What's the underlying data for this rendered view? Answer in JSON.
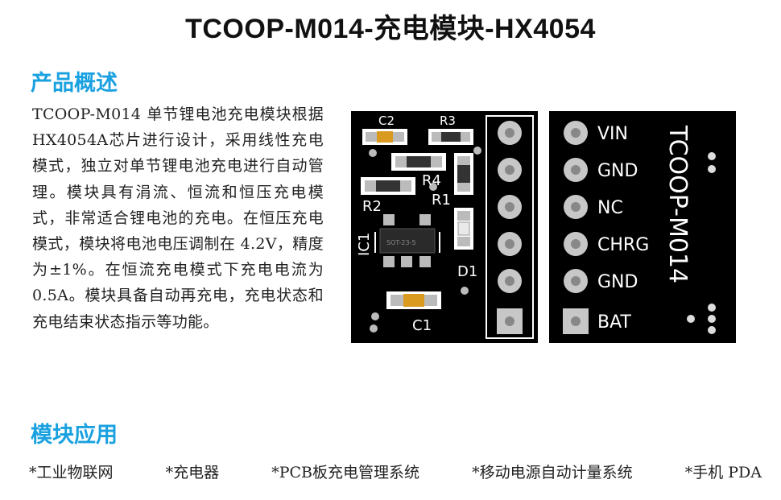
{
  "title": "TCOOP-M014-充电模块-HX4054",
  "sections": {
    "overview_heading": "产品概述",
    "overview_text": "TCOOP-M014 单节锂电池充电模块根据HX4054A芯片进行设计，采用线性充电模式，独立对单节锂电池充电进行自动管理。模块具有涓流、恒流和恒压充电模式，非常适合锂电池的充电。在恒压充电模式，模块将电池电压调制在 4.2V，精度为±1%。在恒流充电模式下充电电流为0.5A。模块具备自动再充电，充电状态和充电结束状态指示等功能。",
    "applications_heading": "模块应用",
    "applications": [
      "*工业物联网",
      "*充电器",
      "*PCB板充电管理系统",
      "*移动电源自动计量系统",
      "*手机 PDA"
    ]
  },
  "front_board": {
    "labels": {
      "c2": "C2",
      "r3": "R3",
      "r4": "R4",
      "r2": "R2",
      "r1": "R1",
      "ic1": "IC1",
      "d1": "D1",
      "c1": "C1",
      "chip": "SOT-23-5"
    }
  },
  "back_board": {
    "pins": [
      "VIN",
      "GND",
      "NC",
      "CHRG",
      "GND",
      "BAT"
    ],
    "model": "TCOOP-M014"
  },
  "colors": {
    "heading": "#1aa1e0",
    "board": "#000000",
    "pad": "#c7c7c7",
    "capacitor": "#d99a1f"
  }
}
